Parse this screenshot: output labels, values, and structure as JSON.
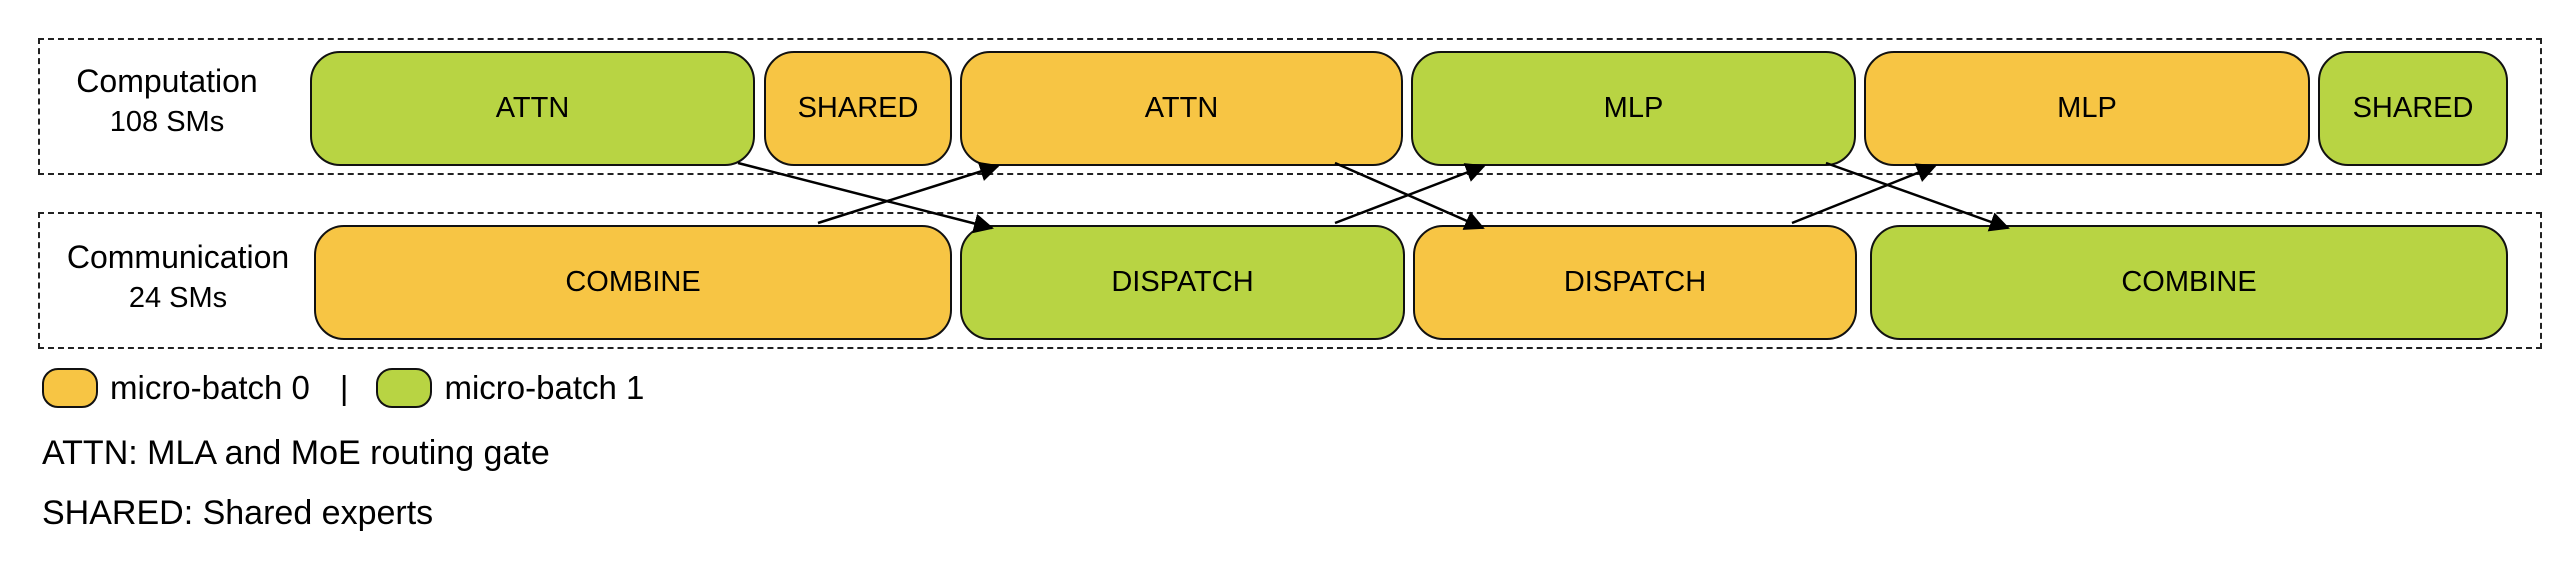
{
  "lanes": {
    "computation": {
      "name": "Computation",
      "sms": "108 SMs",
      "blocks": [
        {
          "label": "ATTN",
          "color": "#b8d443",
          "batch": 1
        },
        {
          "label": "SHARED",
          "color": "#f7c544",
          "batch": 0
        },
        {
          "label": "ATTN",
          "color": "#f7c544",
          "batch": 0
        },
        {
          "label": "MLP",
          "color": "#b8d443",
          "batch": 1
        },
        {
          "label": "MLP",
          "color": "#f7c544",
          "batch": 0
        },
        {
          "label": "SHARED",
          "color": "#b8d443",
          "batch": 1
        }
      ]
    },
    "communication": {
      "name": "Communication",
      "sms": "24 SMs",
      "blocks": [
        {
          "label": "COMBINE",
          "color": "#f7c544",
          "batch": 0
        },
        {
          "label": "DISPATCH",
          "color": "#b8d443",
          "batch": 1
        },
        {
          "label": "DISPATCH",
          "color": "#f7c544",
          "batch": 0
        },
        {
          "label": "COMBINE",
          "color": "#b8d443",
          "batch": 1
        }
      ]
    }
  },
  "legend": {
    "items": [
      {
        "label": "micro-batch 0",
        "color": "#f7c544"
      },
      {
        "label": "micro-batch 1",
        "color": "#b8d443"
      }
    ],
    "separator": "|"
  },
  "notes": {
    "attn": "ATTN: MLA and MoE routing gate",
    "shared": "SHARED: Shared experts"
  },
  "colors": {
    "micro_batch_0": "#f7c544",
    "micro_batch_1": "#b8d443"
  }
}
